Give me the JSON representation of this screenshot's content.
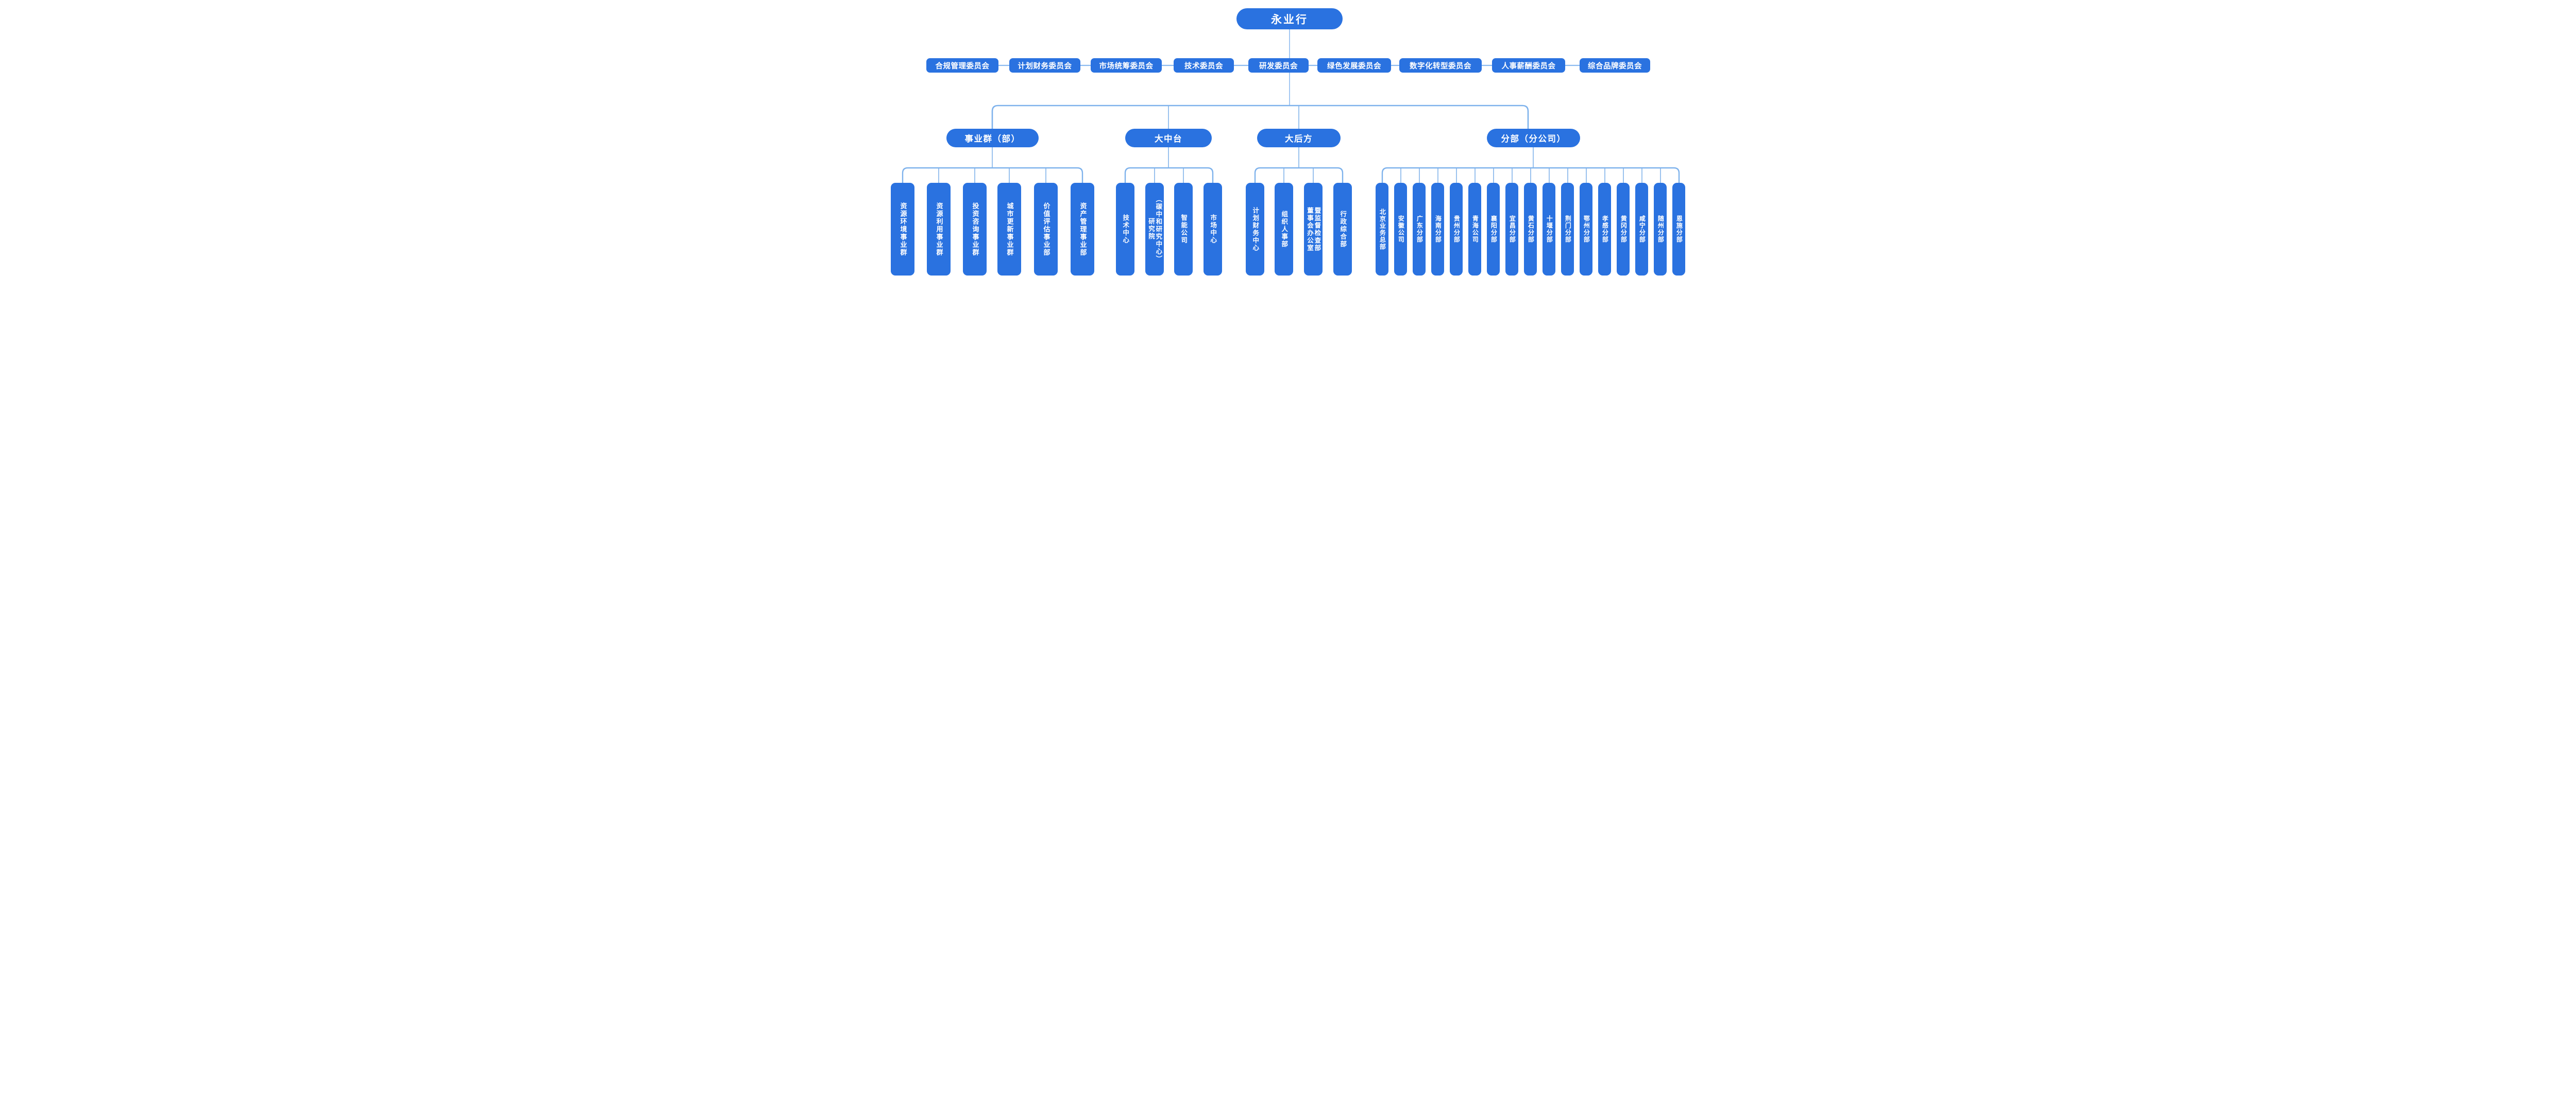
{
  "colors": {
    "node_blue": "#2A72E0",
    "bus_line": "#7EB2EC",
    "thin_line": "#79AEE9",
    "text": "#FFFFFF"
  },
  "root": {
    "label": "永业行"
  },
  "committees": [
    "合规管理委员会",
    "计划财务委员会",
    "市场统筹委员会",
    "技术委员会",
    "研发委员会",
    "绿色发展委员会",
    "数字化转型委员会",
    "人事薪酬委员会",
    "综合品牌委员会"
  ],
  "branches": [
    {
      "label": "事业群（部）",
      "children": [
        "资源环境事业群",
        "资源利用事业群",
        "投资咨询事业群",
        "城市更新事业群",
        "价值评估事业部",
        "资产管理事业部"
      ]
    },
    {
      "label": "大中台",
      "children": [
        "技术中心",
        "研究院\n（碳中和研究中心）",
        "智能公司",
        "市场中心"
      ]
    },
    {
      "label": "大后方",
      "children": [
        "计划财务中心",
        "组织人事部",
        "董事会办公室\n暨监督检查部",
        "行政综合部"
      ]
    },
    {
      "label": "分部（分公司）",
      "children": [
        "北京业务总部",
        "安徽公司",
        "广东分部",
        "海南分部",
        "贵州分部",
        "青海公司",
        "襄阳分部",
        "宜昌分部",
        "黄石分部",
        "十堰分部",
        "荆门分部",
        "鄂州分部",
        "孝感分部",
        "黄冈分部",
        "咸宁分部",
        "随州分部",
        "恩施分部"
      ]
    }
  ]
}
